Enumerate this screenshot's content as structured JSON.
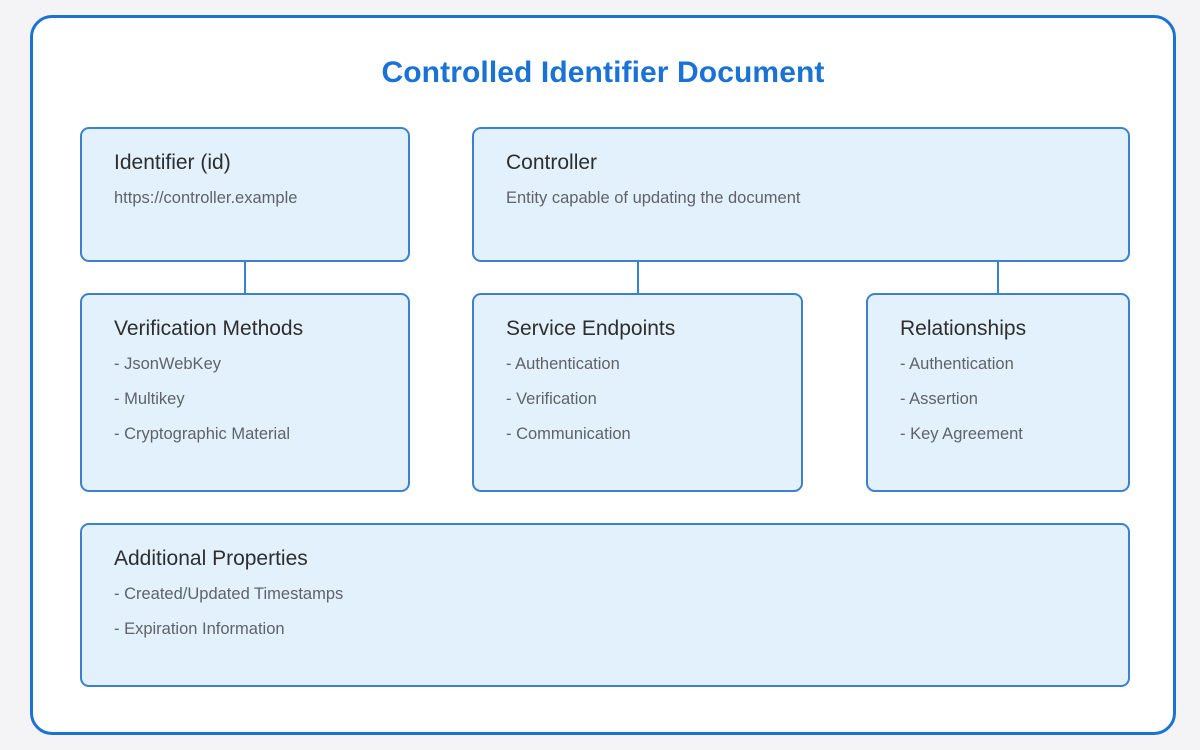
{
  "diagram": {
    "title": "Controlled Identifier Document",
    "title_color": "#1a73d4",
    "frame_border_color": "#1a73d4",
    "node_fill_color": "#e3f1fd",
    "node_border_color": "#3c80d0",
    "background_color": "#f4f4f6"
  },
  "nodes": {
    "identifier": {
      "title": "Identifier (id)",
      "subtitle": "https://controller.example"
    },
    "controller": {
      "title": "Controller",
      "subtitle": "Entity capable of updating the document"
    },
    "verification_methods": {
      "title": "Verification Methods",
      "items": [
        "- JsonWebKey",
        "- Multikey",
        "- Cryptographic Material"
      ]
    },
    "service_endpoints": {
      "title": "Service Endpoints",
      "items": [
        "- Authentication",
        "- Verification",
        "- Communication"
      ]
    },
    "relationships": {
      "title": "Relationships",
      "items": [
        "- Authentication",
        "- Assertion",
        "- Key Agreement"
      ]
    },
    "additional_properties": {
      "title": "Additional Properties",
      "items": [
        "- Created/Updated Timestamps",
        "- Expiration Information"
      ]
    }
  }
}
